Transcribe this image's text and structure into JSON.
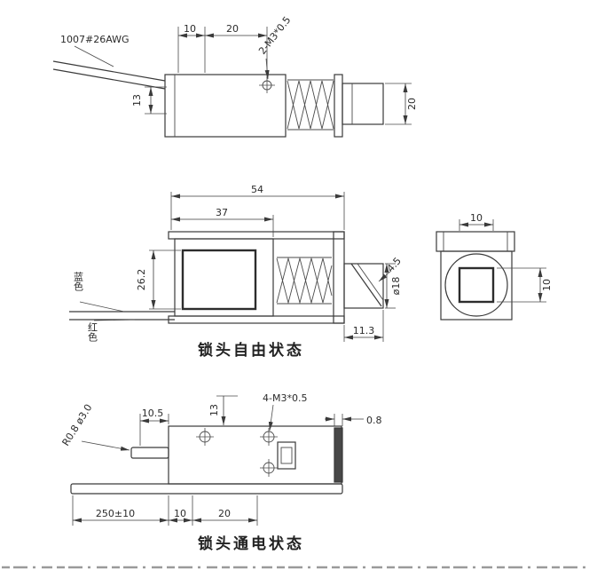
{
  "colors": {
    "background": "#ffffff",
    "line_ink": "#3a3a3a"
  },
  "top_view": {
    "wire_label": "1007#26AWG",
    "dim_edge_to_hole": "10",
    "dim_hole_span": "20",
    "thread_note": "2-M3*0.5",
    "dim_wire_offset": "13",
    "dim_plunger_width": "20"
  },
  "free_state_view": {
    "caption": "锁头自由状态",
    "dim_overall": "54",
    "dim_body": "37",
    "dim_height": "26.2",
    "dim_bevel": "4.5",
    "dim_plunger_dia": "ø18",
    "dim_travel": "11.3",
    "wire_blue": "蓝色",
    "wire_red": "红色"
  },
  "end_view": {
    "dim_slot_width": "10",
    "dim_slot_height": "10"
  },
  "energized_view": {
    "caption": "锁头通电状态",
    "tip_note": "R0.8 ø3.0",
    "dim_tip": "10.5",
    "dim_hole_offset": "13",
    "thread_note": "4-M3*0.5",
    "dim_plate": "0.8",
    "dim_wire_length": "250±10",
    "dim_edge_to_hole": "10",
    "dim_hole_span": "20"
  }
}
